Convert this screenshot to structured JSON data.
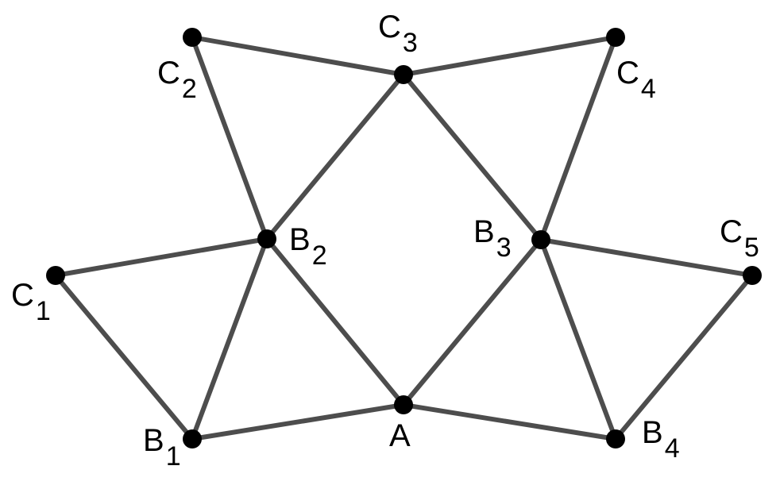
{
  "diagram": {
    "points": {
      "A": {
        "letter": "A",
        "subscript": ""
      },
      "B1": {
        "letter": "B",
        "subscript": "1"
      },
      "B2": {
        "letter": "B",
        "subscript": "2"
      },
      "B3": {
        "letter": "B",
        "subscript": "3"
      },
      "B4": {
        "letter": "B",
        "subscript": "4"
      },
      "C1": {
        "letter": "C",
        "subscript": "1"
      },
      "C2": {
        "letter": "C",
        "subscript": "2"
      },
      "C3": {
        "letter": "C",
        "subscript": "3"
      },
      "C4": {
        "letter": "C",
        "subscript": "4"
      },
      "C5": {
        "letter": "C",
        "subscript": "5"
      }
    },
    "edges": [
      [
        "B1",
        "A"
      ],
      [
        "A",
        "B4"
      ],
      [
        "B1",
        "C1"
      ],
      [
        "C1",
        "B2"
      ],
      [
        "B1",
        "B2"
      ],
      [
        "B2",
        "A"
      ],
      [
        "A",
        "B3"
      ],
      [
        "B2",
        "C2"
      ],
      [
        "C2",
        "C3"
      ],
      [
        "B2",
        "C3"
      ],
      [
        "C3",
        "B3"
      ],
      [
        "C3",
        "C4"
      ],
      [
        "C4",
        "B3"
      ],
      [
        "B3",
        "C5"
      ],
      [
        "C5",
        "B4"
      ],
      [
        "B3",
        "B4"
      ]
    ],
    "edge_color": "#4d4d4d",
    "point_color": "#000000"
  }
}
